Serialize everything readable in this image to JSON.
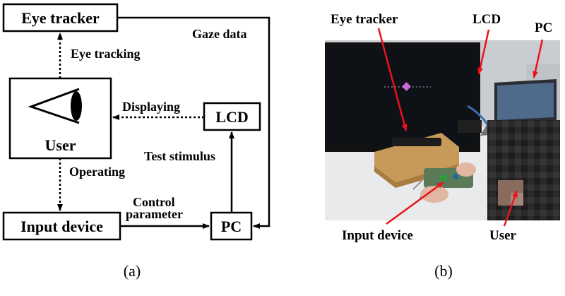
{
  "diagram_a": {
    "nodes": {
      "eye_tracker": "Eye tracker",
      "user": "User",
      "lcd": "LCD",
      "pc": "PC",
      "input_device": "Input device"
    },
    "edges": {
      "gaze_data": "Gaze data",
      "eye_tracking": "Eye tracking",
      "displaying": "Displaying",
      "test_stimulus": "Test stimulus",
      "operating": "Operating",
      "control_parameter_line1": "Control",
      "control_parameter_line2": "parameter"
    },
    "caption": "(a)"
  },
  "photo_b": {
    "labels": {
      "eye_tracker": "Eye tracker",
      "lcd": "LCD",
      "pc": "PC",
      "input_device": "Input device",
      "user": "User"
    },
    "caption": "(b)"
  },
  "colors": {
    "annotation_arrow": "#e8141c",
    "box_stroke": "#000000"
  }
}
